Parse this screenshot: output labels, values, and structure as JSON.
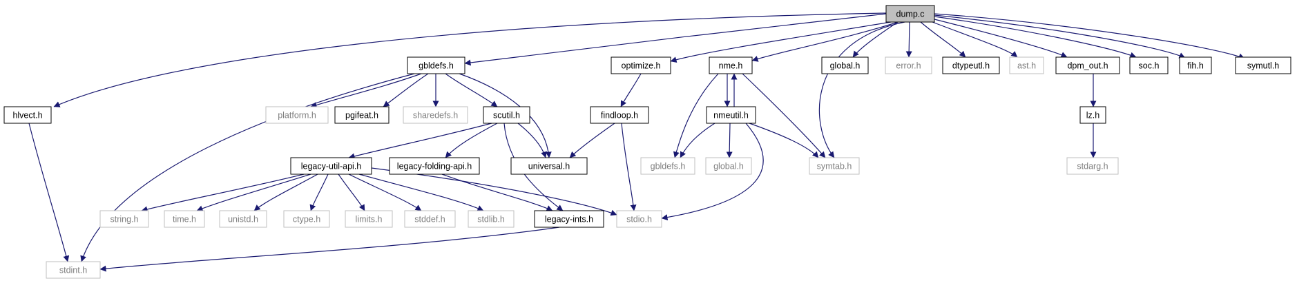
{
  "graph": {
    "colors": {
      "edge": "#191970",
      "root_fill": "#bfbfbf",
      "doc_border": "#000000",
      "ext_border": "#bfbfbf",
      "ext_text": "#7f7f7f",
      "doc_text": "#000000"
    },
    "nodes": [
      {
        "id": "dump_c",
        "label": "dump.c",
        "kind": "root"
      },
      {
        "id": "gbldefs_h",
        "label": "gbldefs.h",
        "kind": "doc"
      },
      {
        "id": "optimize_h",
        "label": "optimize.h",
        "kind": "doc"
      },
      {
        "id": "nme_h",
        "label": "nme.h",
        "kind": "doc"
      },
      {
        "id": "global_h_top",
        "label": "global.h",
        "kind": "doc"
      },
      {
        "id": "error_h",
        "label": "error.h",
        "kind": "ext"
      },
      {
        "id": "dtypeutl_h",
        "label": "dtypeutl.h",
        "kind": "doc"
      },
      {
        "id": "ast_h",
        "label": "ast.h",
        "kind": "ext"
      },
      {
        "id": "dpm_out_h",
        "label": "dpm_out.h",
        "kind": "doc"
      },
      {
        "id": "soc_h",
        "label": "soc.h",
        "kind": "doc"
      },
      {
        "id": "fih_h",
        "label": "fih.h",
        "kind": "doc"
      },
      {
        "id": "symutl_h",
        "label": "symutl.h",
        "kind": "doc"
      },
      {
        "id": "hlvect_h",
        "label": "hlvect.h",
        "kind": "doc"
      },
      {
        "id": "platform_h",
        "label": "platform.h",
        "kind": "ext"
      },
      {
        "id": "pgifeat_h",
        "label": "pgifeat.h",
        "kind": "doc"
      },
      {
        "id": "sharedefs_h",
        "label": "sharedefs.h",
        "kind": "ext"
      },
      {
        "id": "scutil_h",
        "label": "scutil.h",
        "kind": "doc"
      },
      {
        "id": "findloop_h",
        "label": "findloop.h",
        "kind": "doc"
      },
      {
        "id": "nmeutil_h",
        "label": "nmeutil.h",
        "kind": "doc"
      },
      {
        "id": "lz_h",
        "label": "lz.h",
        "kind": "doc"
      },
      {
        "id": "legacy_util_api_h",
        "label": "legacy-util-api.h",
        "kind": "doc"
      },
      {
        "id": "legacy_folding_api_h",
        "label": "legacy-folding-api.h",
        "kind": "doc"
      },
      {
        "id": "universal_h",
        "label": "universal.h",
        "kind": "doc"
      },
      {
        "id": "gbldefs_h_ext",
        "label": "gbldefs.h",
        "kind": "ext"
      },
      {
        "id": "global_h_ext",
        "label": "global.h",
        "kind": "ext"
      },
      {
        "id": "symtab_h",
        "label": "symtab.h",
        "kind": "ext"
      },
      {
        "id": "stdarg_h",
        "label": "stdarg.h",
        "kind": "ext"
      },
      {
        "id": "string_h",
        "label": "string.h",
        "kind": "ext"
      },
      {
        "id": "time_h",
        "label": "time.h",
        "kind": "ext"
      },
      {
        "id": "unistd_h",
        "label": "unistd.h",
        "kind": "ext"
      },
      {
        "id": "ctype_h",
        "label": "ctype.h",
        "kind": "ext"
      },
      {
        "id": "limits_h",
        "label": "limits.h",
        "kind": "ext"
      },
      {
        "id": "stddef_h",
        "label": "stddef.h",
        "kind": "ext"
      },
      {
        "id": "stdlib_h",
        "label": "stdlib.h",
        "kind": "ext"
      },
      {
        "id": "legacy_ints_h",
        "label": "legacy-ints.h",
        "kind": "doc"
      },
      {
        "id": "stdio_h",
        "label": "stdio.h",
        "kind": "ext"
      },
      {
        "id": "stdint_h",
        "label": "stdint.h",
        "kind": "ext"
      }
    ],
    "edges": [
      {
        "from": "dump_c",
        "to": "hlvect_h"
      },
      {
        "from": "dump_c",
        "to": "gbldefs_h"
      },
      {
        "from": "dump_c",
        "to": "optimize_h"
      },
      {
        "from": "dump_c",
        "to": "nme_h"
      },
      {
        "from": "dump_c",
        "to": "symtab_h"
      },
      {
        "from": "dump_c",
        "to": "global_h_top"
      },
      {
        "from": "dump_c",
        "to": "error_h"
      },
      {
        "from": "dump_c",
        "to": "dtypeutl_h"
      },
      {
        "from": "dump_c",
        "to": "ast_h"
      },
      {
        "from": "dump_c",
        "to": "dpm_out_h"
      },
      {
        "from": "dump_c",
        "to": "soc_h"
      },
      {
        "from": "dump_c",
        "to": "fih_h"
      },
      {
        "from": "dump_c",
        "to": "symutl_h"
      },
      {
        "from": "gbldefs_h",
        "to": "stdint_h"
      },
      {
        "from": "gbldefs_h",
        "to": "platform_h"
      },
      {
        "from": "gbldefs_h",
        "to": "pgifeat_h"
      },
      {
        "from": "gbldefs_h",
        "to": "sharedefs_h"
      },
      {
        "from": "gbldefs_h",
        "to": "scutil_h"
      },
      {
        "from": "gbldefs_h",
        "to": "universal_h"
      },
      {
        "from": "hlvect_h",
        "to": "stdint_h"
      },
      {
        "from": "optimize_h",
        "to": "findloop_h"
      },
      {
        "from": "findloop_h",
        "to": "universal_h"
      },
      {
        "from": "findloop_h",
        "to": "stdio_h"
      },
      {
        "from": "nme_h",
        "to": "nmeutil_h"
      },
      {
        "from": "nmeutil_h",
        "to": "nme_h"
      },
      {
        "from": "nme_h",
        "to": "gbldefs_h_ext"
      },
      {
        "from": "nme_h",
        "to": "symtab_h"
      },
      {
        "from": "nmeutil_h",
        "to": "gbldefs_h_ext"
      },
      {
        "from": "nmeutil_h",
        "to": "global_h_ext"
      },
      {
        "from": "nmeutil_h",
        "to": "symtab_h"
      },
      {
        "from": "nmeutil_h",
        "to": "stdio_h"
      },
      {
        "from": "scutil_h",
        "to": "legacy_util_api_h"
      },
      {
        "from": "scutil_h",
        "to": "legacy_folding_api_h"
      },
      {
        "from": "scutil_h",
        "to": "universal_h"
      },
      {
        "from": "scutil_h",
        "to": "legacy_ints_h"
      },
      {
        "from": "legacy_util_api_h",
        "to": "string_h"
      },
      {
        "from": "legacy_util_api_h",
        "to": "time_h"
      },
      {
        "from": "legacy_util_api_h",
        "to": "unistd_h"
      },
      {
        "from": "legacy_util_api_h",
        "to": "ctype_h"
      },
      {
        "from": "legacy_util_api_h",
        "to": "limits_h"
      },
      {
        "from": "legacy_util_api_h",
        "to": "stddef_h"
      },
      {
        "from": "legacy_util_api_h",
        "to": "stdlib_h"
      },
      {
        "from": "legacy_util_api_h",
        "to": "stdio_h"
      },
      {
        "from": "legacy_folding_api_h",
        "to": "legacy_ints_h"
      },
      {
        "from": "legacy_ints_h",
        "to": "stdint_h"
      },
      {
        "from": "dpm_out_h",
        "to": "lz_h"
      },
      {
        "from": "lz_h",
        "to": "stdarg_h"
      }
    ]
  }
}
